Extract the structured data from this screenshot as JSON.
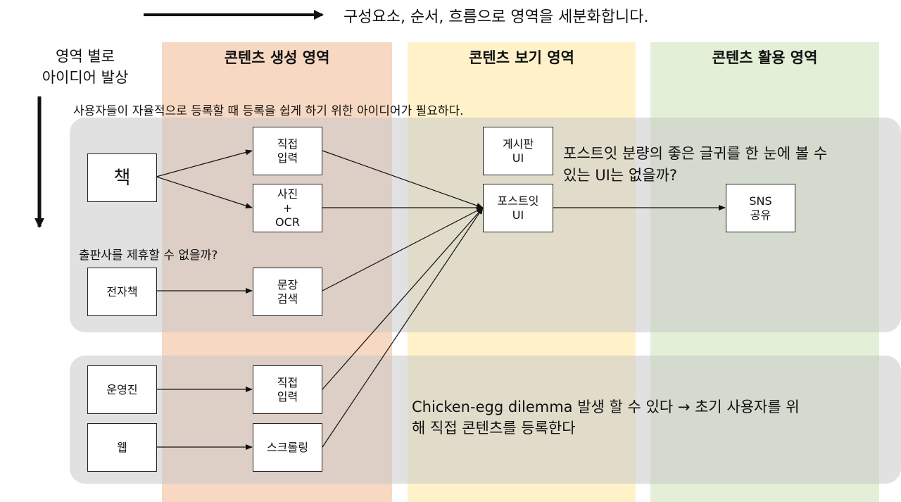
{
  "header": {
    "subtitle": "구성요소, 순서, 흐름으로 영역을 세분화합니다.",
    "side_label_line1": "영역 별로",
    "side_label_line2": "아이디어 발상"
  },
  "columns": [
    {
      "title": "콘텐츠 생성 영역",
      "color": "#f7d8c2"
    },
    {
      "title": "콘텐츠 보기 영역",
      "color": "#fff2c9"
    },
    {
      "title": "콘텐츠 활용 영역",
      "color": "#e3efd6"
    }
  ],
  "notes": {
    "register_idea": "사용자들이 자율적으로 등록할 때 등록을 쉽게 하기 위한 아이디어가 필요하다.",
    "publisher_question": "출판사를 제휴할 수 없을까?",
    "postit_idea_line1": "포스트잇 분량의 좋은 글귀를 한 눈에 볼 수",
    "postit_idea_line2": "있는 UI는 없을까?",
    "dilemma_line1": "Chicken-egg dilemma 발생 할 수 있다 → 초기 사용자를 위",
    "dilemma_line2": "해 직접 콘텐츠를 등록한다"
  },
  "boxes": {
    "book": "책",
    "direct_input_1": [
      "직접",
      "입력"
    ],
    "photo_ocr": [
      "사진",
      "+",
      "OCR"
    ],
    "ebook": "전자책",
    "sentence_search": [
      "문장",
      "검색"
    ],
    "board_ui": [
      "게시판",
      "UI"
    ],
    "postit_ui": [
      "포스트잇",
      "UI"
    ],
    "sns_share": [
      "SNS",
      "공유"
    ],
    "operator": "운영진",
    "direct_input_2": [
      "직접",
      "입력"
    ],
    "web": "웹",
    "scrolling": "스크롤링"
  },
  "colors": {
    "band": "#c8c8c8",
    "line": "#111111"
  }
}
